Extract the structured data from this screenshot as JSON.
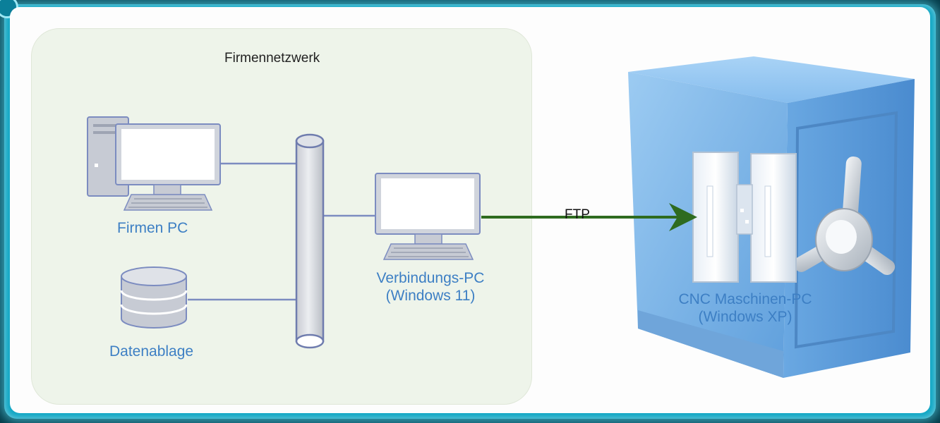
{
  "diagram": {
    "zone_title": "Firmennetzwerk",
    "nodes": {
      "firmen_pc": "Firmen PC",
      "datenablage": "Datenablage",
      "verbindungs_pc_line1": "Verbindungs-PC",
      "verbindungs_pc_line2": "(Windows 11)",
      "cnc_pc_line1": "CNC Maschinen-PC",
      "cnc_pc_line2": "(Windows XP)"
    },
    "edge_label": "FTP"
  },
  "colors": {
    "label_blue": "#3d7fc4",
    "ftp_arrow": "#2e6b1f",
    "zone_fill": "#eef4ea",
    "safe_blue": "#79b4e6",
    "frame_cyan": "#0fa6c4"
  },
  "icons": [
    "desktop-pc-icon",
    "database-icon",
    "network-bus-icon",
    "monitor-icon",
    "server-icon",
    "safe-icon"
  ]
}
